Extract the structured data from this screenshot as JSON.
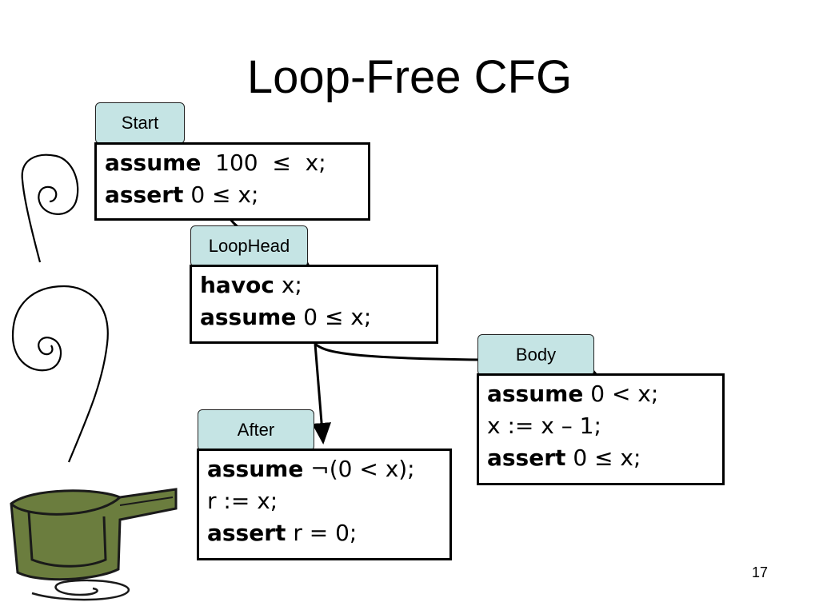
{
  "slide": {
    "title": "Loop-Free CFG",
    "page_number": "17"
  },
  "blocks": {
    "start": {
      "label": "Start",
      "lines": [
        {
          "kw": "assume",
          "rest": "  100  ≤  x;"
        },
        {
          "kw": "assert",
          "rest": " 0 ≤ x;"
        }
      ]
    },
    "loophead": {
      "label": "LoopHead",
      "lines": [
        {
          "kw": "havoc",
          "rest": " x;"
        },
        {
          "kw": "assume",
          "rest": " 0 ≤ x;"
        }
      ]
    },
    "body": {
      "label": "Body",
      "lines": [
        {
          "kw": "assume",
          "rest": " 0 < x;"
        },
        {
          "kw": "",
          "rest": "x := x – 1;"
        },
        {
          "kw": "assert",
          "rest": " 0 ≤ x;"
        }
      ]
    },
    "after": {
      "label": "After",
      "lines": [
        {
          "kw": "assume",
          "rest": " ¬(0 < x);"
        },
        {
          "kw": "",
          "rest": "r := x;"
        },
        {
          "kw": "assert",
          "rest": " r = 0;"
        }
      ]
    }
  },
  "colors": {
    "tag_fill": "#c5e4e4",
    "pot_fill": "#6b7d3e"
  },
  "icons": [
    "spiral-decoration",
    "cooking-pot-clipart"
  ]
}
